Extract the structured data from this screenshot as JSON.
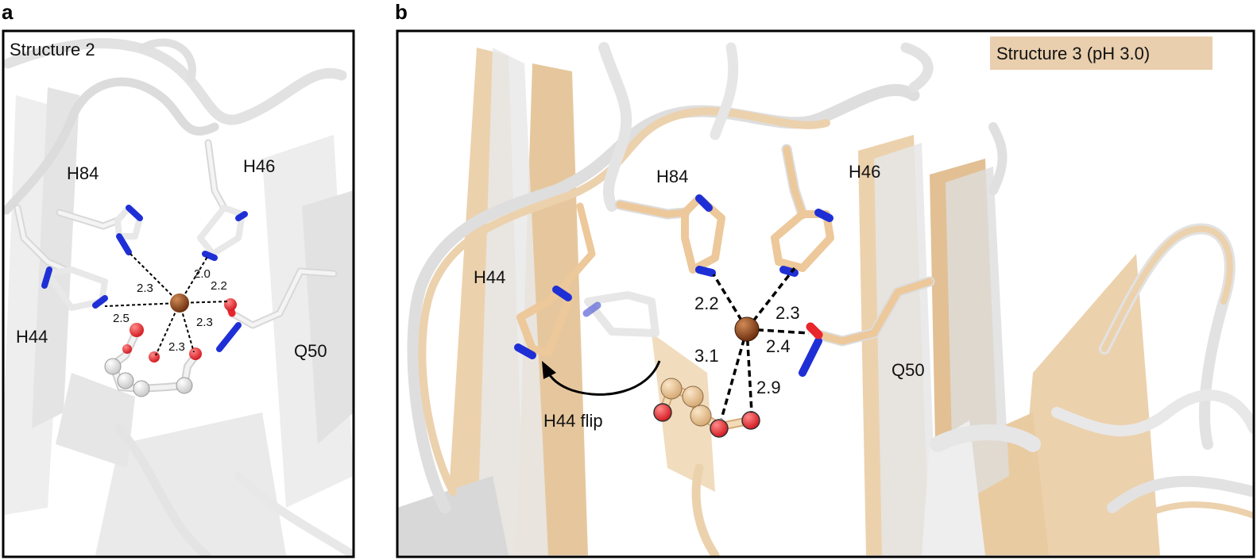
{
  "panels": {
    "a": {
      "letter": "a",
      "title": "Structure 2",
      "residues": [
        "H84",
        "H46",
        "H44",
        "Q50"
      ],
      "distances": [
        "2.3",
        "2.0",
        "2.2",
        "2.5",
        "2.3",
        "2.3"
      ]
    },
    "b": {
      "letter": "b",
      "legend": "Structure 3 (pH 3.0)",
      "residues": [
        "H84",
        "H46",
        "H44",
        "Q50"
      ],
      "distances": [
        "2.2",
        "2.3",
        "2.4",
        "3.1",
        "2.9"
      ],
      "annotation": "H44 flip"
    }
  },
  "colors": {
    "ribbon_grey": "#e6e6e6",
    "ribbon_wheat": "#ecd1ad",
    "carbon_grey": "#e8e8e8",
    "carbon_wheat": "#edc89a",
    "nitrogen": "#1f2fd6",
    "oxygen": "#e8262b",
    "metal": "#8a4216",
    "legend_bg": "#e9cfae"
  }
}
